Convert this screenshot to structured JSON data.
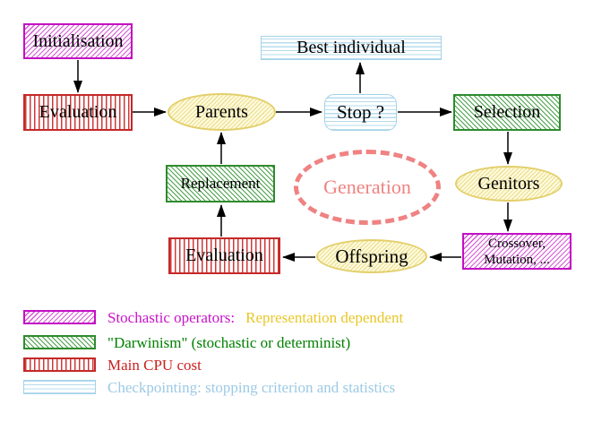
{
  "diagram": {
    "nodes": {
      "initialisation": {
        "label": "Initialisation",
        "category": "stochastic-operator"
      },
      "evaluation_top": {
        "label": "Evaluation",
        "category": "main-cpu-cost"
      },
      "parents": {
        "label": "Parents",
        "category": "population"
      },
      "best_individual": {
        "label": "Best individual",
        "category": "checkpointing"
      },
      "stop": {
        "label": "Stop ?",
        "category": "checkpointing"
      },
      "selection": {
        "label": "Selection",
        "category": "darwinism"
      },
      "replacement": {
        "label": "Replacement",
        "category": "darwinism"
      },
      "generation": {
        "label": "Generation",
        "category": "cycle-annotation"
      },
      "genitors": {
        "label": "Genitors",
        "category": "population"
      },
      "evaluation_bottom": {
        "label": "Evaluation",
        "category": "main-cpu-cost"
      },
      "offspring": {
        "label": "Offspring",
        "category": "population"
      },
      "crossover": {
        "line1": "Crossover,",
        "line2": "Mutation, ...",
        "category": "stochastic-operator"
      }
    },
    "edges": [
      "initialisation->evaluation_top",
      "evaluation_top->parents",
      "parents->stop",
      "stop->best_individual",
      "stop->selection",
      "selection->genitors",
      "genitors->crossover",
      "crossover->offspring",
      "offspring->evaluation_bottom",
      "evaluation_bottom->replacement",
      "replacement->parents"
    ]
  },
  "legend": {
    "items": [
      {
        "swatch": "magenta-diagonal-hatch",
        "label": "Stochastic operators:",
        "label2": "Representation dependent"
      },
      {
        "swatch": "green-diagonal-hatch",
        "label": "\"Darwinism\" (stochastic or determinist)"
      },
      {
        "swatch": "red-vertical-lines",
        "label": "Main CPU cost"
      },
      {
        "swatch": "cyan-horizontal-lines",
        "label": "Checkpointing: stopping criterion and statistics"
      }
    ]
  },
  "colors": {
    "magenta": "#c813c8",
    "green_border": "#2e8b2e",
    "green_text": "#008000",
    "red": "#c62828",
    "red_text": "#cc2020",
    "cyan": "#a4d2e8",
    "cyan_text": "#9ccae4",
    "yellow_border": "#e3cf6b",
    "gold_text": "#e8c728",
    "salmon": "#f08282",
    "arrow": "#000000",
    "background": "#ffffff"
  }
}
